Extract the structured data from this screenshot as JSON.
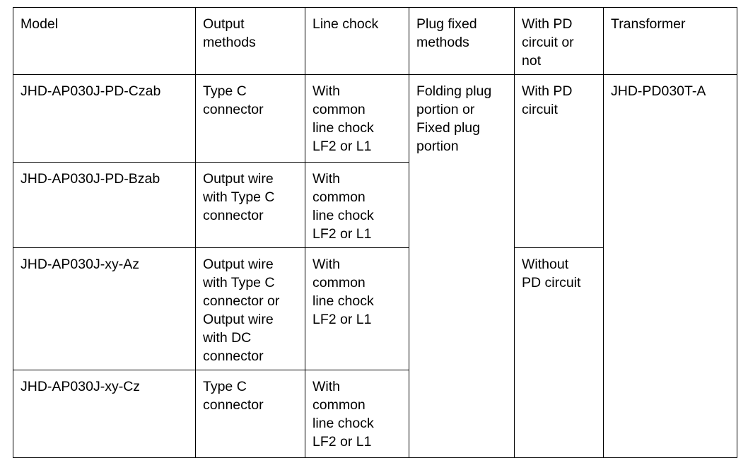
{
  "table": {
    "headers": [
      "Model",
      "Output\nmethods",
      "Line chock",
      "Plug fixed\nmethods",
      "With PD\ncircuit or\nnot",
      "Transformer"
    ],
    "rows": [
      {
        "model": "JHD-AP030J-PD-Czab",
        "output_methods": "Type C\nconnector",
        "line_chock": "With\ncommon\nline chock\nLF2 or L1",
        "plug_fixed_methods": "Folding plug\nportion or\nFixed plug\nportion",
        "pd_circuit": "With PD\ncircuit",
        "transformer": "JHD-PD030T-A"
      },
      {
        "model": "JHD-AP030J-PD-Bzab",
        "output_methods": "Output wire\nwith Type C\nconnector",
        "line_chock": "With\ncommon\nline chock\nLF2 or L1"
      },
      {
        "model": "JHD-AP030J-xy-Az",
        "output_methods": "Output wire\nwith Type C\nconnector or\nOutput wire\nwith DC\nconnector",
        "line_chock": "With\ncommon\nline chock\nLF2 or L1",
        "pd_circuit": "Without\nPD circuit"
      },
      {
        "model": "JHD-AP030J-xy-Cz",
        "output_methods": "Type C\nconnector",
        "line_chock": "With\ncommon\nline chock\nLF2 or L1"
      }
    ]
  }
}
